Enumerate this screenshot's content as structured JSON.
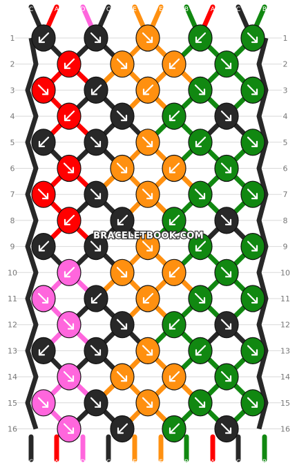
{
  "watermark": "BRACELETBOOK.COM",
  "colors": {
    "C": "#282828",
    "A": "#ff0000",
    "D": "#ff66dd",
    "E": "#ff9010",
    "B": "#118811"
  },
  "strands": [
    "C",
    "A",
    "D",
    "C",
    "E",
    "E",
    "B",
    "A",
    "C",
    "B"
  ],
  "rows": [
    {
      "label": "1",
      "knots": [
        {
          "c": "C",
          "d": "f"
        },
        {
          "c": "C",
          "d": "b"
        },
        {
          "c": "E",
          "d": "b"
        },
        {
          "c": "B",
          "d": "f"
        },
        {
          "c": "B",
          "d": "b"
        }
      ]
    },
    {
      "label": "2",
      "knots": [
        {
          "c": "A",
          "d": "f"
        },
        {
          "c": "E",
          "d": "b"
        },
        {
          "c": "E",
          "d": "f"
        },
        {
          "c": "B",
          "d": "b"
        }
      ]
    },
    {
      "label": "3",
      "knots": [
        {
          "c": "A",
          "d": "b"
        },
        {
          "c": "C",
          "d": "f"
        },
        {
          "c": "E",
          "d": "f"
        },
        {
          "c": "B",
          "d": "b"
        },
        {
          "c": "B",
          "d": "b"
        }
      ]
    },
    {
      "label": "4",
      "knots": [
        {
          "c": "A",
          "d": "f"
        },
        {
          "c": "C",
          "d": "b"
        },
        {
          "c": "B",
          "d": "f"
        },
        {
          "c": "C",
          "d": "b"
        }
      ]
    },
    {
      "label": "5",
      "knots": [
        {
          "c": "C",
          "d": "f"
        },
        {
          "c": "C",
          "d": "b"
        },
        {
          "c": "E",
          "d": "b"
        },
        {
          "c": "B",
          "d": "f"
        },
        {
          "c": "B",
          "d": "b"
        }
      ]
    },
    {
      "label": "6",
      "knots": [
        {
          "c": "A",
          "d": "b"
        },
        {
          "c": "E",
          "d": "b"
        },
        {
          "c": "E",
          "d": "f"
        },
        {
          "c": "B",
          "d": "b"
        }
      ]
    },
    {
      "label": "7",
      "knots": [
        {
          "c": "A",
          "d": "b"
        },
        {
          "c": "C",
          "d": "b"
        },
        {
          "c": "E",
          "d": "b"
        },
        {
          "c": "B",
          "d": "b"
        },
        {
          "c": "B",
          "d": "b"
        }
      ]
    },
    {
      "label": "8",
      "knots": [
        {
          "c": "A",
          "d": "f"
        },
        {
          "c": "C",
          "d": "f"
        },
        {
          "c": "B",
          "d": "f"
        },
        {
          "c": "C",
          "d": "b"
        }
      ]
    },
    {
      "label": "9",
      "knots": [
        {
          "c": "C",
          "d": "f"
        },
        {
          "c": "C",
          "d": "b"
        },
        {
          "c": "E",
          "d": "b"
        },
        {
          "c": "B",
          "d": "f"
        },
        {
          "c": "B",
          "d": "b"
        }
      ]
    },
    {
      "label": "10",
      "knots": [
        {
          "c": "D",
          "d": "f"
        },
        {
          "c": "E",
          "d": "b"
        },
        {
          "c": "E",
          "d": "f"
        },
        {
          "c": "B",
          "d": "b"
        }
      ]
    },
    {
      "label": "11",
      "knots": [
        {
          "c": "D",
          "d": "b"
        },
        {
          "c": "C",
          "d": "f"
        },
        {
          "c": "E",
          "d": "f"
        },
        {
          "c": "B",
          "d": "b"
        },
        {
          "c": "B",
          "d": "b"
        }
      ]
    },
    {
      "label": "12",
      "knots": [
        {
          "c": "D",
          "d": "b"
        },
        {
          "c": "C",
          "d": "b"
        },
        {
          "c": "B",
          "d": "f"
        },
        {
          "c": "C",
          "d": "b"
        }
      ]
    },
    {
      "label": "13",
      "knots": [
        {
          "c": "C",
          "d": "f"
        },
        {
          "c": "C",
          "d": "b"
        },
        {
          "c": "E",
          "d": "b"
        },
        {
          "c": "B",
          "d": "f"
        },
        {
          "c": "B",
          "d": "b"
        }
      ]
    },
    {
      "label": "14",
      "knots": [
        {
          "c": "D",
          "d": "b"
        },
        {
          "c": "E",
          "d": "b"
        },
        {
          "c": "E",
          "d": "f"
        },
        {
          "c": "B",
          "d": "b"
        }
      ]
    },
    {
      "label": "15",
      "knots": [
        {
          "c": "D",
          "d": "b"
        },
        {
          "c": "C",
          "d": "b"
        },
        {
          "c": "E",
          "d": "b"
        },
        {
          "c": "B",
          "d": "b"
        },
        {
          "c": "B",
          "d": "b"
        }
      ]
    },
    {
      "label": "16",
      "knots": [
        {
          "c": "D",
          "d": "b"
        },
        {
          "c": "C",
          "d": "f"
        },
        {
          "c": "B",
          "d": "f"
        },
        {
          "c": "C",
          "d": "b"
        }
      ]
    }
  ]
}
